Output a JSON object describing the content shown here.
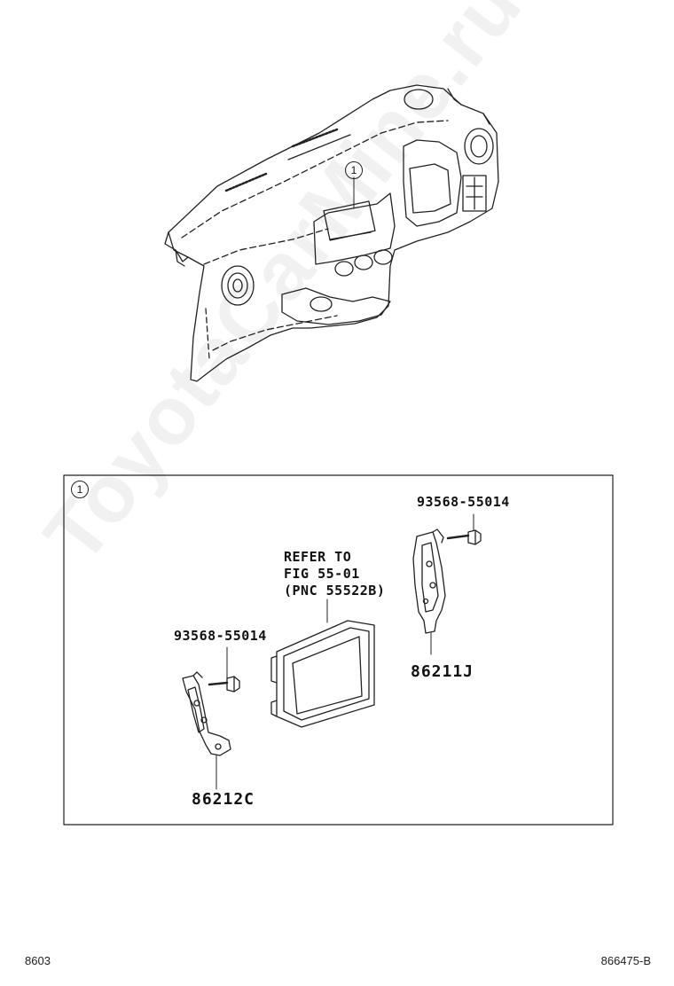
{
  "callout_number": "1",
  "box_callout_number": "1",
  "labels": {
    "bolt_right": "93568-55014",
    "bolt_left": "93568-55014",
    "bracket_right": "86211J",
    "bracket_left": "86212C",
    "refer_line1": "REFER TO",
    "refer_line2": "FIG 55-01",
    "refer_line3": "(PNC 55522B)"
  },
  "footer": {
    "left": "8603",
    "right": "866475-B"
  },
  "watermark": "ToyotaCarMine.ru"
}
